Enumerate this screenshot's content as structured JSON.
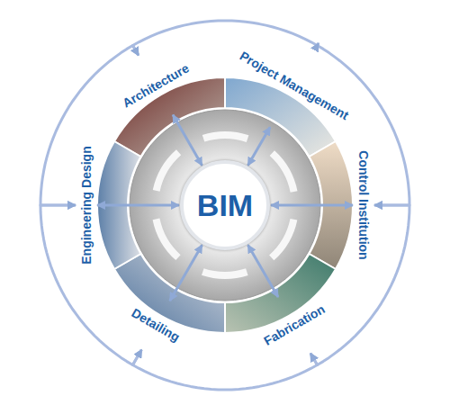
{
  "diagram": {
    "nodes": [
      {
        "text": [
          "BIM"
        ]
      },
      {
        "text": [
          "Architecture"
        ]
      },
      {
        "text": [
          "Project Management"
        ]
      },
      {
        "text": [
          "Control Institution"
        ]
      },
      {
        "text": [
          "Fabrication"
        ]
      },
      {
        "text": [
          "Detailing"
        ]
      },
      {
        "text": [
          "Engineering Design"
        ]
      }
    ],
    "edges": [
      {
        "from": 0,
        "to": 1,
        "arrow": "both"
      },
      {
        "from": 0,
        "to": 2,
        "arrow": "both"
      },
      {
        "from": 0,
        "to": 3,
        "arrow": "both"
      },
      {
        "from": 0,
        "to": 4,
        "arrow": "both"
      },
      {
        "from": 0,
        "to": 5,
        "arrow": "both"
      },
      {
        "from": 0,
        "to": 6,
        "arrow": "both"
      },
      {
        "from": 1,
        "to": 2,
        "arrow": "both"
      },
      {
        "from": 2,
        "to": 3,
        "arrow": "both"
      },
      {
        "from": 3,
        "to": 4,
        "arrow": "both"
      },
      {
        "from": 4,
        "to": 5,
        "arrow": "both"
      },
      {
        "from": 5,
        "to": 6,
        "arrow": "both"
      },
      {
        "from": 6,
        "to": 1,
        "arrow": "both"
      }
    ]
  }
}
